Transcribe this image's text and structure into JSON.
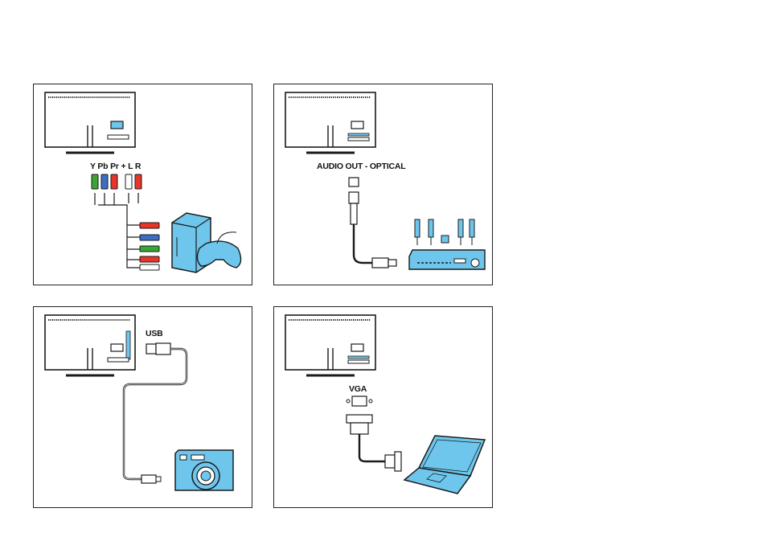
{
  "panels": {
    "component": {
      "label": "Y Pb Pr + L R"
    },
    "optical": {
      "label": "AUDIO OUT - OPTICAL"
    },
    "usb": {
      "label": "USB"
    },
    "vga": {
      "label": "VGA"
    }
  },
  "colors": {
    "device_fill": "#6ec6ec",
    "outline": "#1a1a1a",
    "plug_red": "#e8352a",
    "plug_green": "#3aa635",
    "plug_blue": "#3c6fc4"
  },
  "icons": [
    "tv-icon",
    "game-console-icon",
    "gamepad-icon",
    "speaker-icon",
    "av-receiver-icon",
    "camera-icon",
    "laptop-icon",
    "usb-plug-icon",
    "vga-plug-icon",
    "optical-plug-icon",
    "rca-plug-icon"
  ]
}
